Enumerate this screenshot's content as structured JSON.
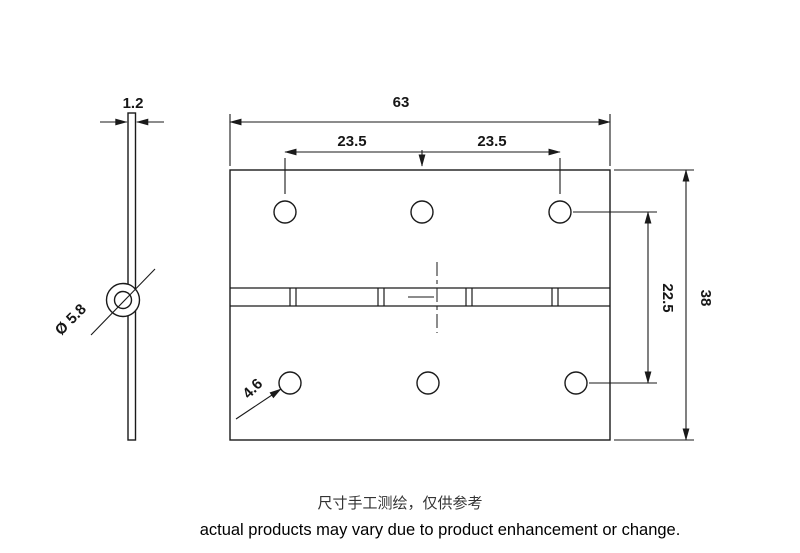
{
  "drawing": {
    "thickness": "1.2",
    "overall_width": "63",
    "hole_spacing_left": "23.5",
    "hole_spacing_right": "23.5",
    "overall_height": "38",
    "hole_row_spacing": "22.5",
    "knuckle_diameter": "Ø 5.8",
    "hole_diameter": "4.6"
  },
  "footer": {
    "line1": "尺寸手工测绘，仅供参考",
    "line2": "actual products may vary due to product enhancement or change."
  },
  "colors": {
    "line": "#1a1a1a",
    "text": "#161616"
  }
}
